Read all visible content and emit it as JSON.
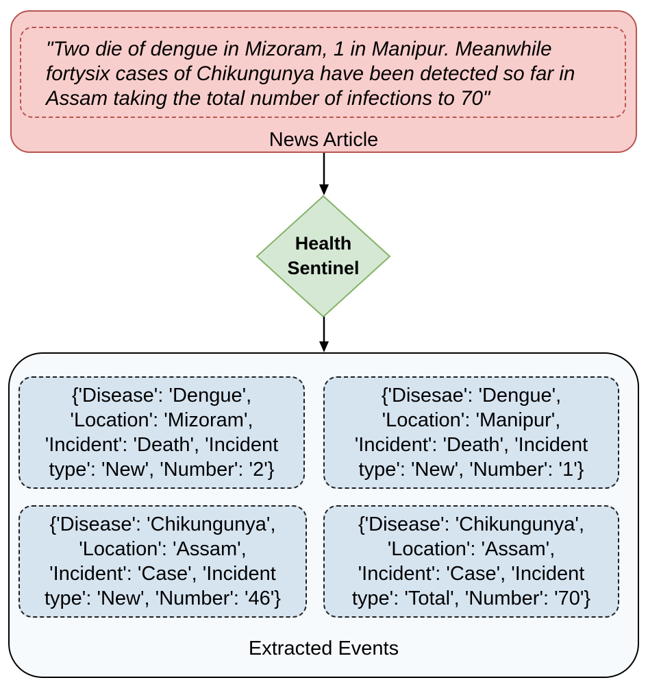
{
  "news_article": {
    "quote_lines": [
      "\"Two die of dengue in Mizoram, 1 in Manipur. Meanwhile",
      "fortysix cases of Chikungunya have been detected so far in",
      "Assam taking the total number of infections to 70\""
    ],
    "label": "News Article",
    "fill": "#f8cecc",
    "stroke": "#b85450"
  },
  "processor": {
    "label_lines": [
      "Health",
      "Sentinel"
    ],
    "fill": "#d5e8d4",
    "stroke": "#82b366"
  },
  "extracted_events": {
    "label": "Extracted Events",
    "card_fill": "#d6e4f0",
    "events": [
      {
        "lines": [
          "{'Disease': 'Dengue',",
          "'Location': 'Mizoram',",
          "'Incident': 'Death', 'Incident",
          "type': 'New', 'Number': '2'}"
        ]
      },
      {
        "lines": [
          "{'Disesae': 'Dengue',",
          "'Location': 'Manipur',",
          "'Incident': 'Death', 'Incident",
          "type': 'New', 'Number': '1'}"
        ]
      },
      {
        "lines": [
          "{'Disease': 'Chikungunya',",
          "'Location': 'Assam',",
          "'Incident': 'Case', 'Incident",
          "type': 'New', 'Number': '46'}"
        ]
      },
      {
        "lines": [
          "{'Disease': 'Chikungunya',",
          "'Location': 'Assam',",
          "'Incident': 'Case', 'Incident",
          "type': 'Total', 'Number': '70'}"
        ]
      }
    ]
  }
}
